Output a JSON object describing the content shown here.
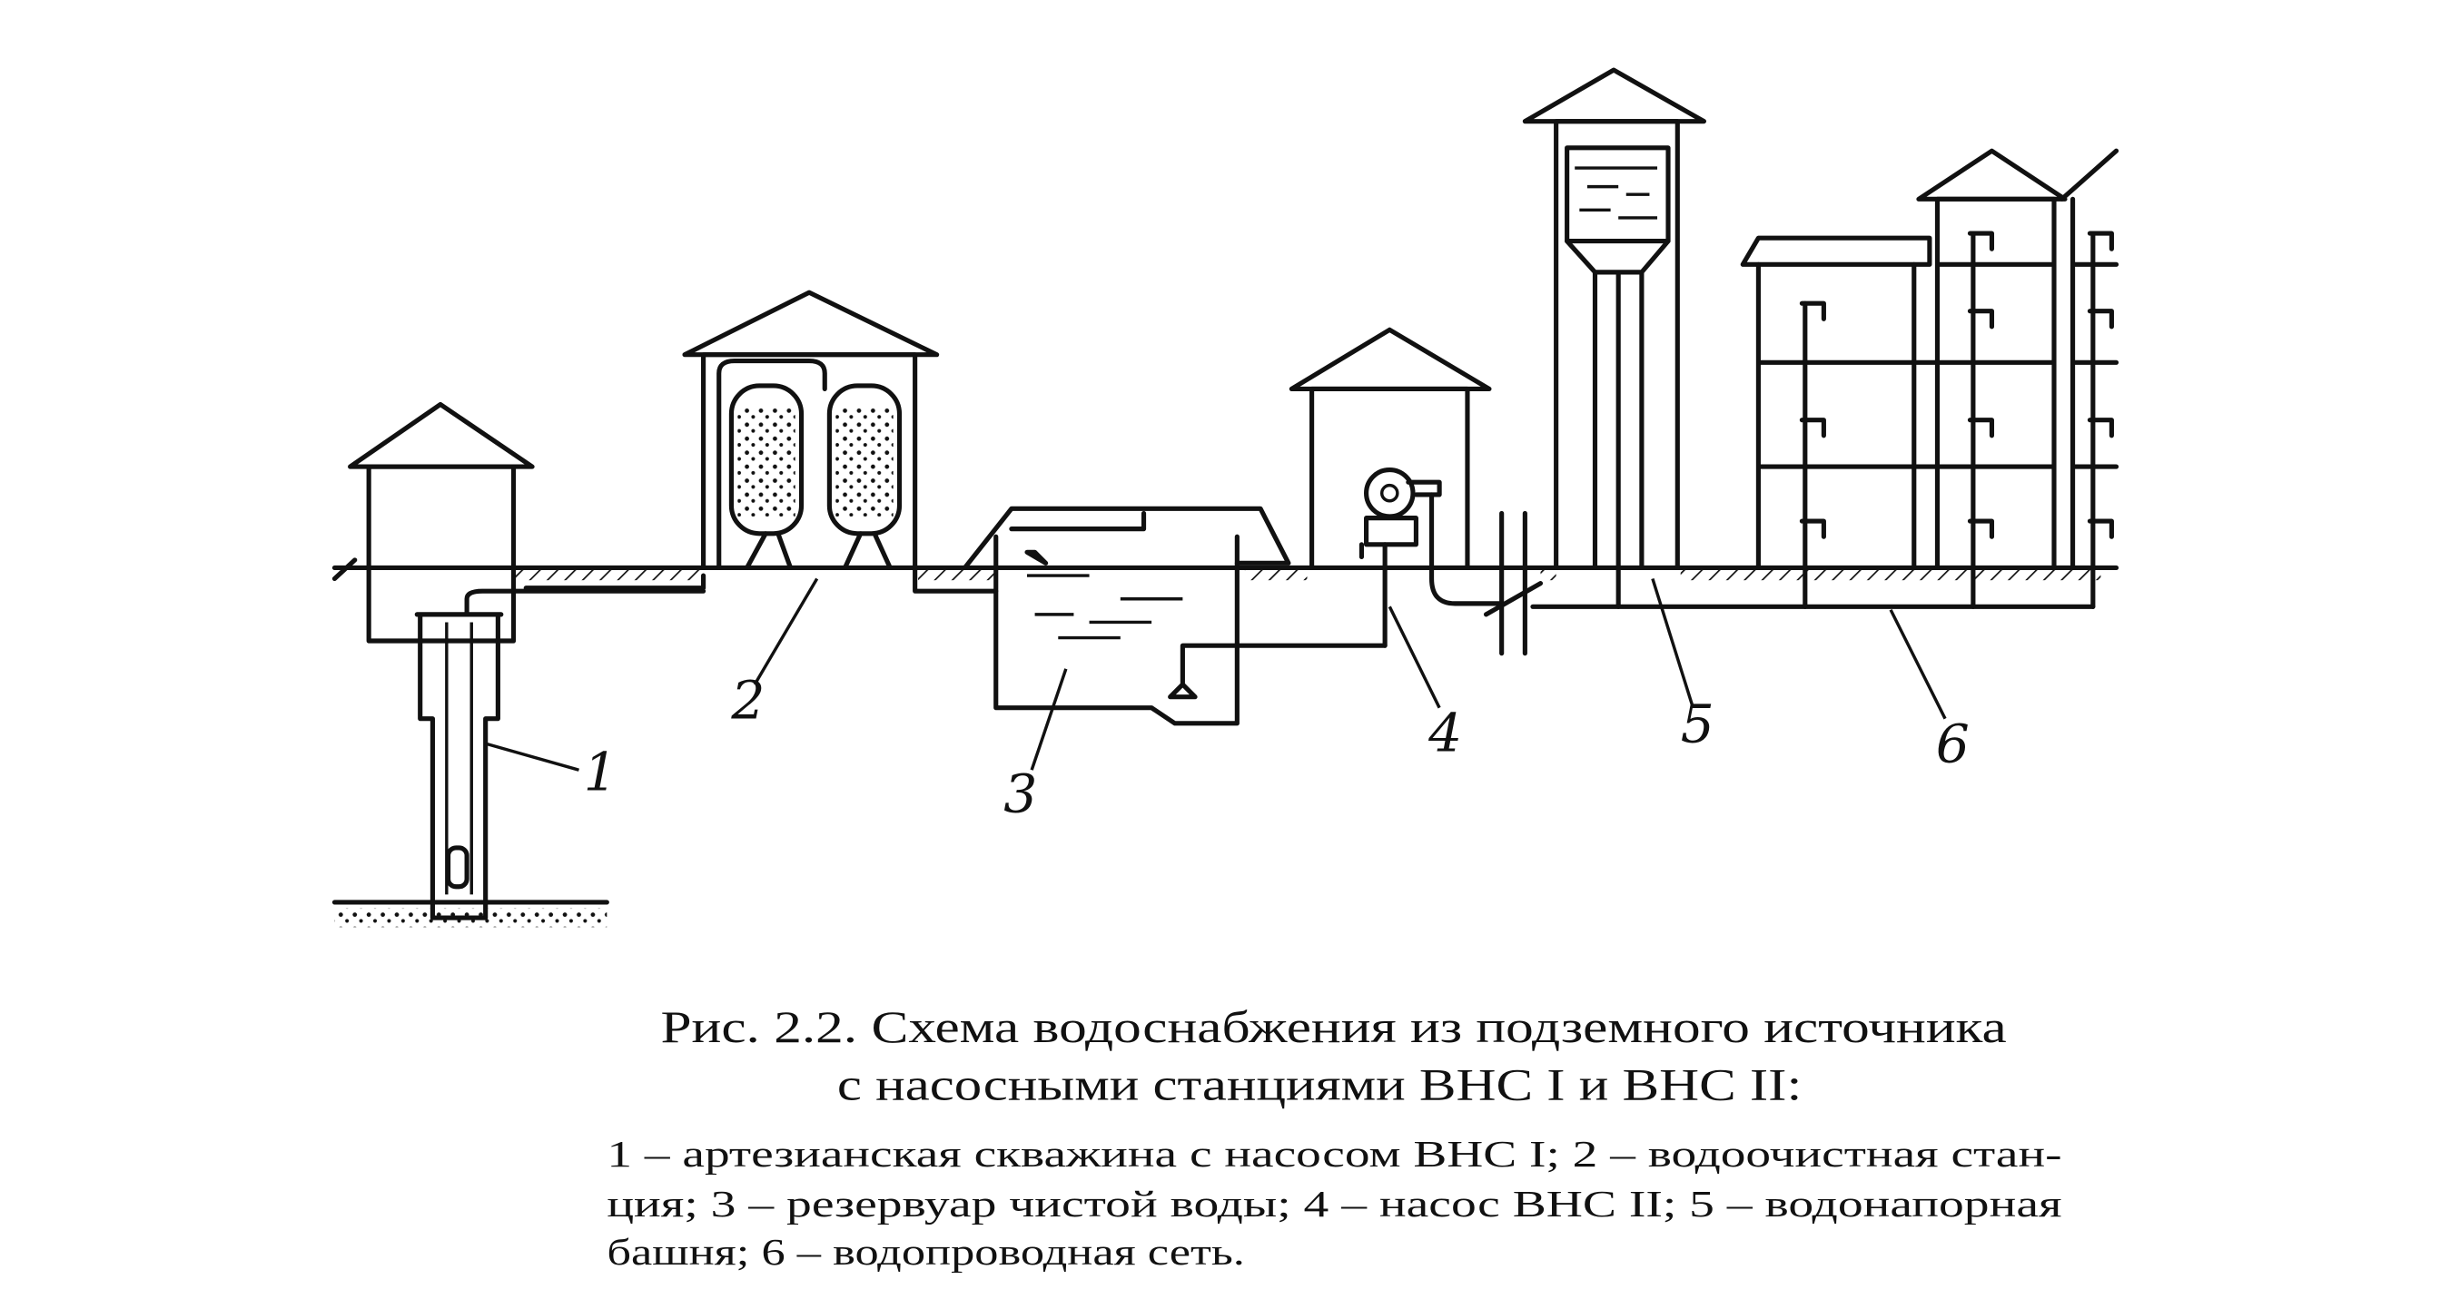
{
  "diagram": {
    "labels": [
      "1",
      "2",
      "3",
      "4",
      "5",
      "6"
    ]
  },
  "caption": {
    "title_line1": "Рис. 2.2. Схема водоснабжения из подземного источника",
    "title_line2": "с насосными станциями ВНС I и ВНС II:",
    "legend_line1": "1 – артезианская скважина с насосом ВНС I; 2 – водоочистная стан-",
    "legend_line2": "ция; 3 – резервуар чистой воды; 4 – насос ВНС II; 5 – водонапорная",
    "legend_line3": "башня; 6 – водопроводная сеть."
  }
}
